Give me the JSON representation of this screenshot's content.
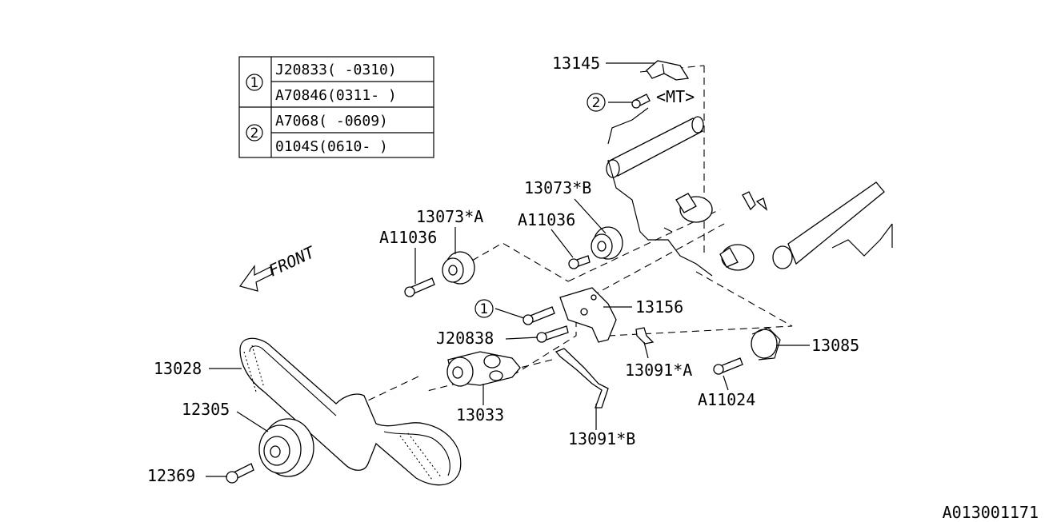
{
  "table": {
    "groups": [
      {
        "marker": "1",
        "rows": [
          "J20833( -0310)",
          "A70846(0311- )"
        ]
      },
      {
        "marker": "2",
        "rows": [
          "A7068( -0609)",
          "0104S(0610- )"
        ]
      }
    ]
  },
  "callouts": {
    "c13145": "13145",
    "mt": "<MT>",
    "bolt2": "2",
    "c13073B": "13073*B",
    "c13073A": "13073*A",
    "a11036_left": "A11036",
    "a11036_right": "A11036",
    "bolt1": "1",
    "c13156": "13156",
    "j20838": "J20838",
    "c13085": "13085",
    "c13091A": "13091*A",
    "a11024": "A11024",
    "c13028": "13028",
    "c13033": "13033",
    "c12305": "12305",
    "c13091B": "13091*B",
    "c12369": "12369"
  },
  "front_label": "FRONT",
  "figure_code": "A013001171"
}
